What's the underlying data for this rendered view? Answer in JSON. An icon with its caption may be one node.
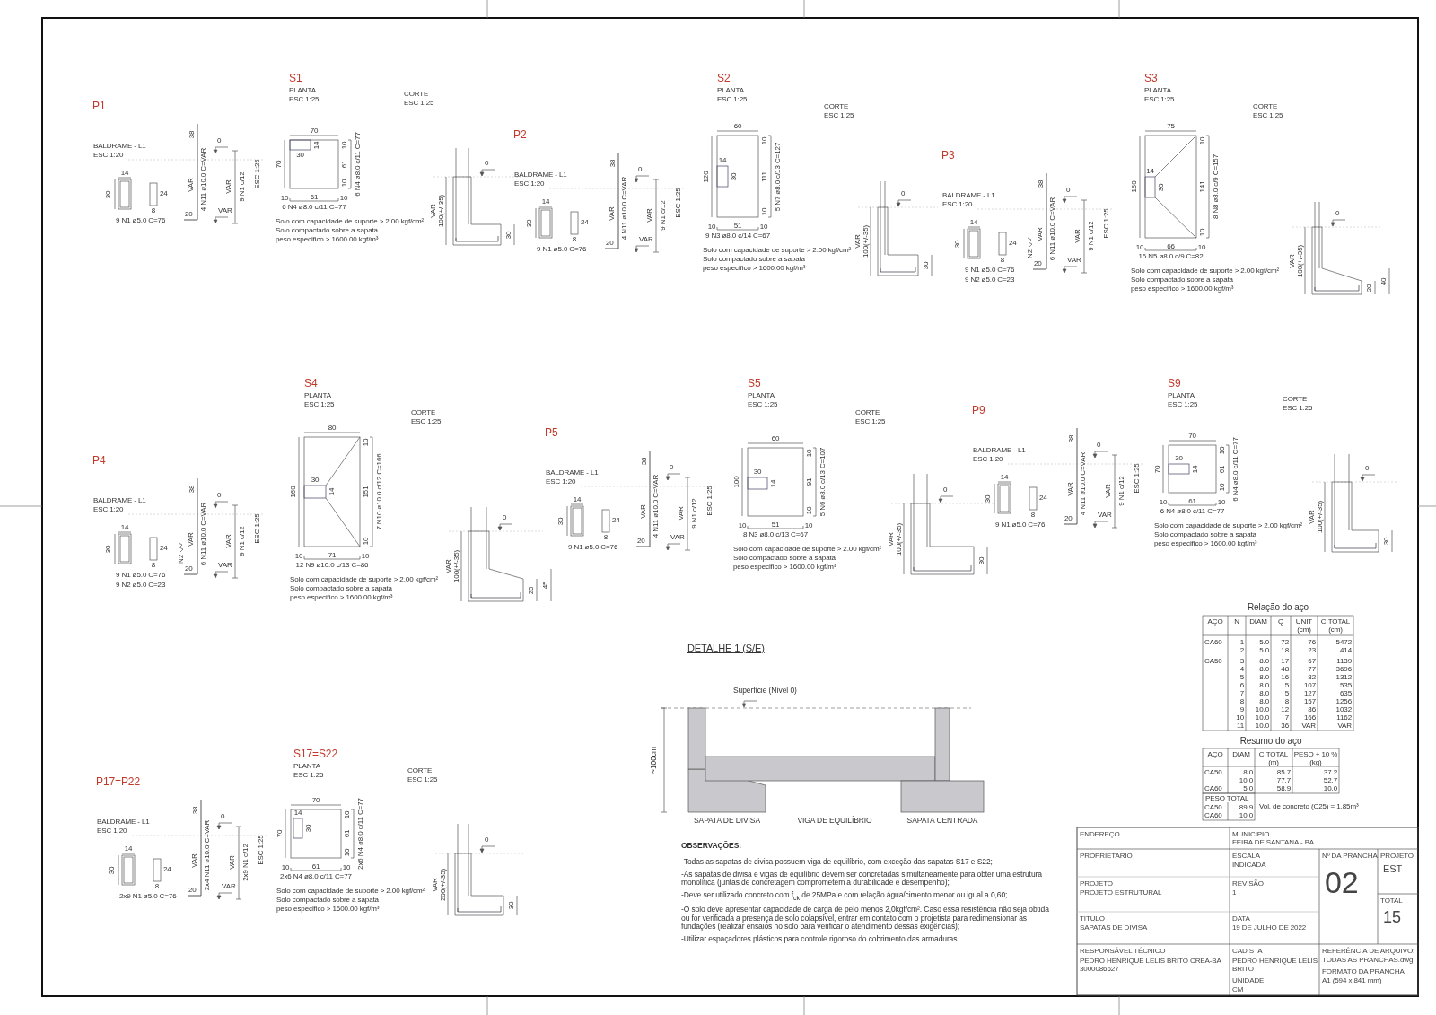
{
  "diagram": {
    "labels": [
      "P1",
      "BALDRAME - L1",
      "ESC 1:20",
      "14",
      "30",
      "24",
      "8",
      "9 N1 ø5.0 C=76",
      "38",
      "VAR",
      "4 N11 ø10.0 C=VAR",
      "20",
      "0",
      "VAR",
      "VAR",
      "9 N1 c/12",
      "ESC 1:25",
      "S1",
      "PLANTA",
      "ESC 1:25",
      "70",
      "70",
      "30",
      "14",
      "10",
      "61",
      "10",
      "6 N4 ø8.0 c/11 C=77",
      "10",
      "61",
      "10",
      "6 N4 ø8.0 c/11 C=77",
      "Solo com capacidade de suporte > 2.00 kgf/cm²",
      "Solo compactado sobre a sapata",
      "peso especifico > 1600.00 kgf/m³",
      "CORTE",
      "ESC 1:25",
      "0",
      "VAR",
      "100(+/-35)",
      "30",
      "P2",
      "BALDRAME - L1",
      "ESC 1:20",
      "14",
      "30",
      "24",
      "8",
      "9 N1 ø5.0 C=76",
      "38",
      "VAR",
      "4 N11 ø10.0 C=VAR",
      "20",
      "0",
      "VAR",
      "VAR",
      "9 N1 c/12",
      "ESC 1:25",
      "S2",
      "PLANTA",
      "ESC 1:25",
      "60",
      "120",
      "14",
      "30",
      "10",
      "111",
      "10",
      "5 N7 ø8.0 c/13 C=127",
      "10",
      "51",
      "10",
      "9 N3 ø8.0 c/14 C=67",
      "Solo com capacidade de suporte > 2.00 kgf/cm²",
      "Solo compactado sobre a sapata",
      "peso especifico > 1600.00 kgf/m³",
      "CORTE",
      "ESC 1:25",
      "0",
      "VAR",
      "100(+/-35)",
      "30",
      "P3",
      "BALDRAME - L1",
      "ESC 1:20",
      "14",
      "30",
      "24",
      "8",
      "9 N1 ø5.0 C=76",
      "9 N2 ø5.0 C=23",
      "N2",
      "38",
      "VAR",
      "6 N11 ø10.0 C=VAR",
      "20",
      "0",
      "VAR",
      "VAR",
      "9 N1 c/12",
      "ESC 1:25",
      "S3",
      "PLANTA",
      "ESC 1:25",
      "75",
      "150",
      "14",
      "30",
      "10",
      "141",
      "10",
      "8 N8 ø8.0 c/9 C=157",
      "10",
      "66",
      "10",
      "16 N5 ø8.0 c/9 C=82",
      "Solo com capacidade de suporte > 2.00 kgf/cm²",
      "Solo compactado sobre a sapata",
      "peso especifico > 1600.00 kgf/m³",
      "CORTE",
      "ESC 1:25",
      "0",
      "VAR",
      "100(+/-35)",
      "20",
      "40",
      "P4",
      "BALDRAME - L1",
      "ESC 1:20",
      "14",
      "30",
      "24",
      "8",
      "9 N1 ø5.0 C=76",
      "9 N2 ø5.0 C=23",
      "N2",
      "38",
      "VAR",
      "6 N11 ø10.0 C=VAR",
      "20",
      "0",
      "VAR",
      "VAR",
      "9 N1 c/12",
      "ESC 1:25",
      "S4",
      "PLANTA",
      "ESC 1:25",
      "80",
      "160",
      "30",
      "14",
      "10",
      "151",
      "10",
      "7 N10 ø10.0 c/12 C=166",
      "10",
      "71",
      "10",
      "12 N9 ø10.0 c/13 C=86",
      "Solo com capacidade de suporte > 2.00 kgf/cm²",
      "Solo compactado sobre a sapata",
      "peso especifico > 1600.00 kgf/m³",
      "CORTE",
      "ESC 1:25",
      "0",
      "VAR",
      "100(+/-35)",
      "25",
      "45",
      "P5",
      "BALDRAME - L1",
      "ESC 1:20",
      "14",
      "30",
      "24",
      "8",
      "9 N1 ø5.0 C=76",
      "38",
      "VAR",
      "4 N11 ø10.0 C=VAR",
      "20",
      "0",
      "VAR",
      "VAR",
      "9 N1 c/12",
      "ESC 1:25",
      "S5",
      "PLANTA",
      "ESC 1:25",
      "60",
      "100",
      "30",
      "14",
      "10",
      "91",
      "10",
      "5 N6 ø8.0 c/13 C=107",
      "10",
      "51",
      "10",
      "8 N3 ø8.0 c/13 C=67",
      "Solo com capacidade de suporte > 2.00 kgf/cm²",
      "Solo compactado sobre a sapata",
      "peso especifico > 1600.00 kgf/m³",
      "CORTE",
      "ESC 1:25",
      "0",
      "VAR",
      "100(+/-35)",
      "30",
      "P9",
      "BALDRAME - L1",
      "ESC 1:20",
      "14",
      "30",
      "24",
      "8",
      "9 N1 ø5.0 C=76",
      "38",
      "VAR",
      "4 N11 ø10.0 C=VAR",
      "20",
      "0",
      "VAR",
      "VAR",
      "9 N1 c/12",
      "ESC 1:25",
      "S9",
      "PLANTA",
      "ESC 1:25",
      "70",
      "70",
      "30",
      "14",
      "10",
      "61",
      "10",
      "6 N4 ø8.0 c/11 C=77",
      "10",
      "61",
      "10",
      "6 N4 ø8.0 c/11 C=77",
      "Solo com capacidade de suporte > 2.00 kgf/cm²",
      "Solo compactado sobre a sapata",
      "peso especifico > 1600.00 kgf/m³",
      "CORTE",
      "ESC 1:25",
      "0",
      "VAR",
      "100(+/-35)",
      "30",
      "Relação do aço",
      "AÇO",
      "N",
      "DIAM",
      "Q",
      "UNIT (cm)",
      "C.TOTAL (cm)",
      "CA60",
      "1",
      "5.0",
      "72",
      "76",
      "5472",
      "2",
      "5.0",
      "18",
      "23",
      "414",
      "CA50",
      "3",
      "8.0",
      "17",
      "67",
      "1139",
      "4",
      "8.0",
      "48",
      "77",
      "3696",
      "5",
      "8.0",
      "16",
      "82",
      "1312",
      "6",
      "8.0",
      "5",
      "107",
      "535",
      "7",
      "8.0",
      "5",
      "127",
      "635",
      "8",
      "8.0",
      "8",
      "157",
      "1256",
      "9",
      "10.0",
      "12",
      "86",
      "1032",
      "10",
      "10.0",
      "7",
      "166",
      "1162",
      "11",
      "10.0",
      "36",
      "VAR",
      "VAR",
      "DETALHE 1 (S/E)",
      "Superfície (Nível 0)",
      "~100cm",
      "SAPATA DE DIVISA",
      "VIGA DE EQUILÍBRIO",
      "SAPATA CENTRADA",
      "Resumo do aço",
      "AÇO",
      "DIAM",
      "C.TOTAL (m)",
      "PESO + 10 % (kg)",
      "CA50",
      "8.0",
      "85.7",
      "37.2",
      "10.0",
      "77.7",
      "52.7",
      "CA60",
      "5.0",
      "58.9",
      "10.0",
      "PESO TOTAL",
      "CA50",
      "89.9",
      "CA60",
      "10.0",
      "Vol. de concreto (C25) = 1.85m³",
      "P17=P22",
      "BALDRAME - L1",
      "ESC 1:20",
      "14",
      "30",
      "24",
      "8",
      "2x9 N1 ø5.0 C=76",
      "38",
      "VAR",
      "2x4 N11 ø10.0 C=VAR",
      "20",
      "0",
      "VAR",
      "VAR",
      "2x9 N1 c/12",
      "ESC 1:25",
      "S17=S22",
      "PLANTA",
      "ESC 1:25",
      "70",
      "70",
      "14",
      "30",
      "10",
      "61",
      "10",
      "2x6 N4 ø8.0 c/11 C=77",
      "10",
      "61",
      "10",
      "2x6 N4 ø8.0 c/11 C=77",
      "Solo com capacidade de suporte > 2.00 kgf/cm²",
      "Solo compactado sobre a sapata",
      "peso especifico > 1600.00 kgf/m³",
      "CORTE",
      "ESC 1:25",
      "0",
      "VAR",
      "200(+/-35)",
      "30",
      "OBSERVAÇÕES:",
      "-Todas as sapatas de divisa possuem viga de equilíbrio, com exceção das sapatas S17 e S22;",
      "-As sapatas de divisa e vigas de equilíbrio devem ser concretadas simultaneamente para obter uma estrutura monolítica (juntas de concretagem comprometem a durabilidade e desempenho);",
      "-Deve ser utilizado concreto com f$_{ck}$ de 25MPa e com relação água/cimento menor ou igual a 0,60;",
      "-O solo deve apresentar capacidade de carga de pelo menos 2,0kgf/cm². Caso essa resistência não seja obtida ou for verificada a presença de solo colapsível, entrar em contato com o projetista para redimensionar as fundações (realizar ensaios no solo para verificar o atendimento dessas exigências);",
      "-Utilizar espaçadores plásticos para controle rigoroso do cobrimento das armaduras",
      "ENDEREÇO",
      "MUNICIPIO",
      "FEIRA DE SANTANA - BA",
      "PROPRIETARIO",
      "ESCALA",
      "INDICADA",
      "Nº DA PRANCHA",
      "PROJETO",
      "EST",
      "PROJETO",
      "PROJETO ESTRUTURAL",
      "REVISÃO",
      "1",
      "02",
      "TOTAL",
      "15",
      "TITULO",
      "SAPATAS DE DIVISA",
      "DATA",
      "19 DE JULHO DE 2022",
      "RESPONSÁVEL TÉCNICO",
      "PEDRO HENRIQUE LELIS BRITO CREA-BA 3000086627",
      "CADISTA",
      "PEDRO HENRIQUE LELIS BRITO",
      "UNIDADE",
      "CM",
      "REFERÊNCIA DE ARQUIVO:",
      "TODAS AS PRANCHAS.dwg",
      "FORMATO DA PRANCHA",
      "A1 (594 x 841 mm)"
    ]
  }
}
